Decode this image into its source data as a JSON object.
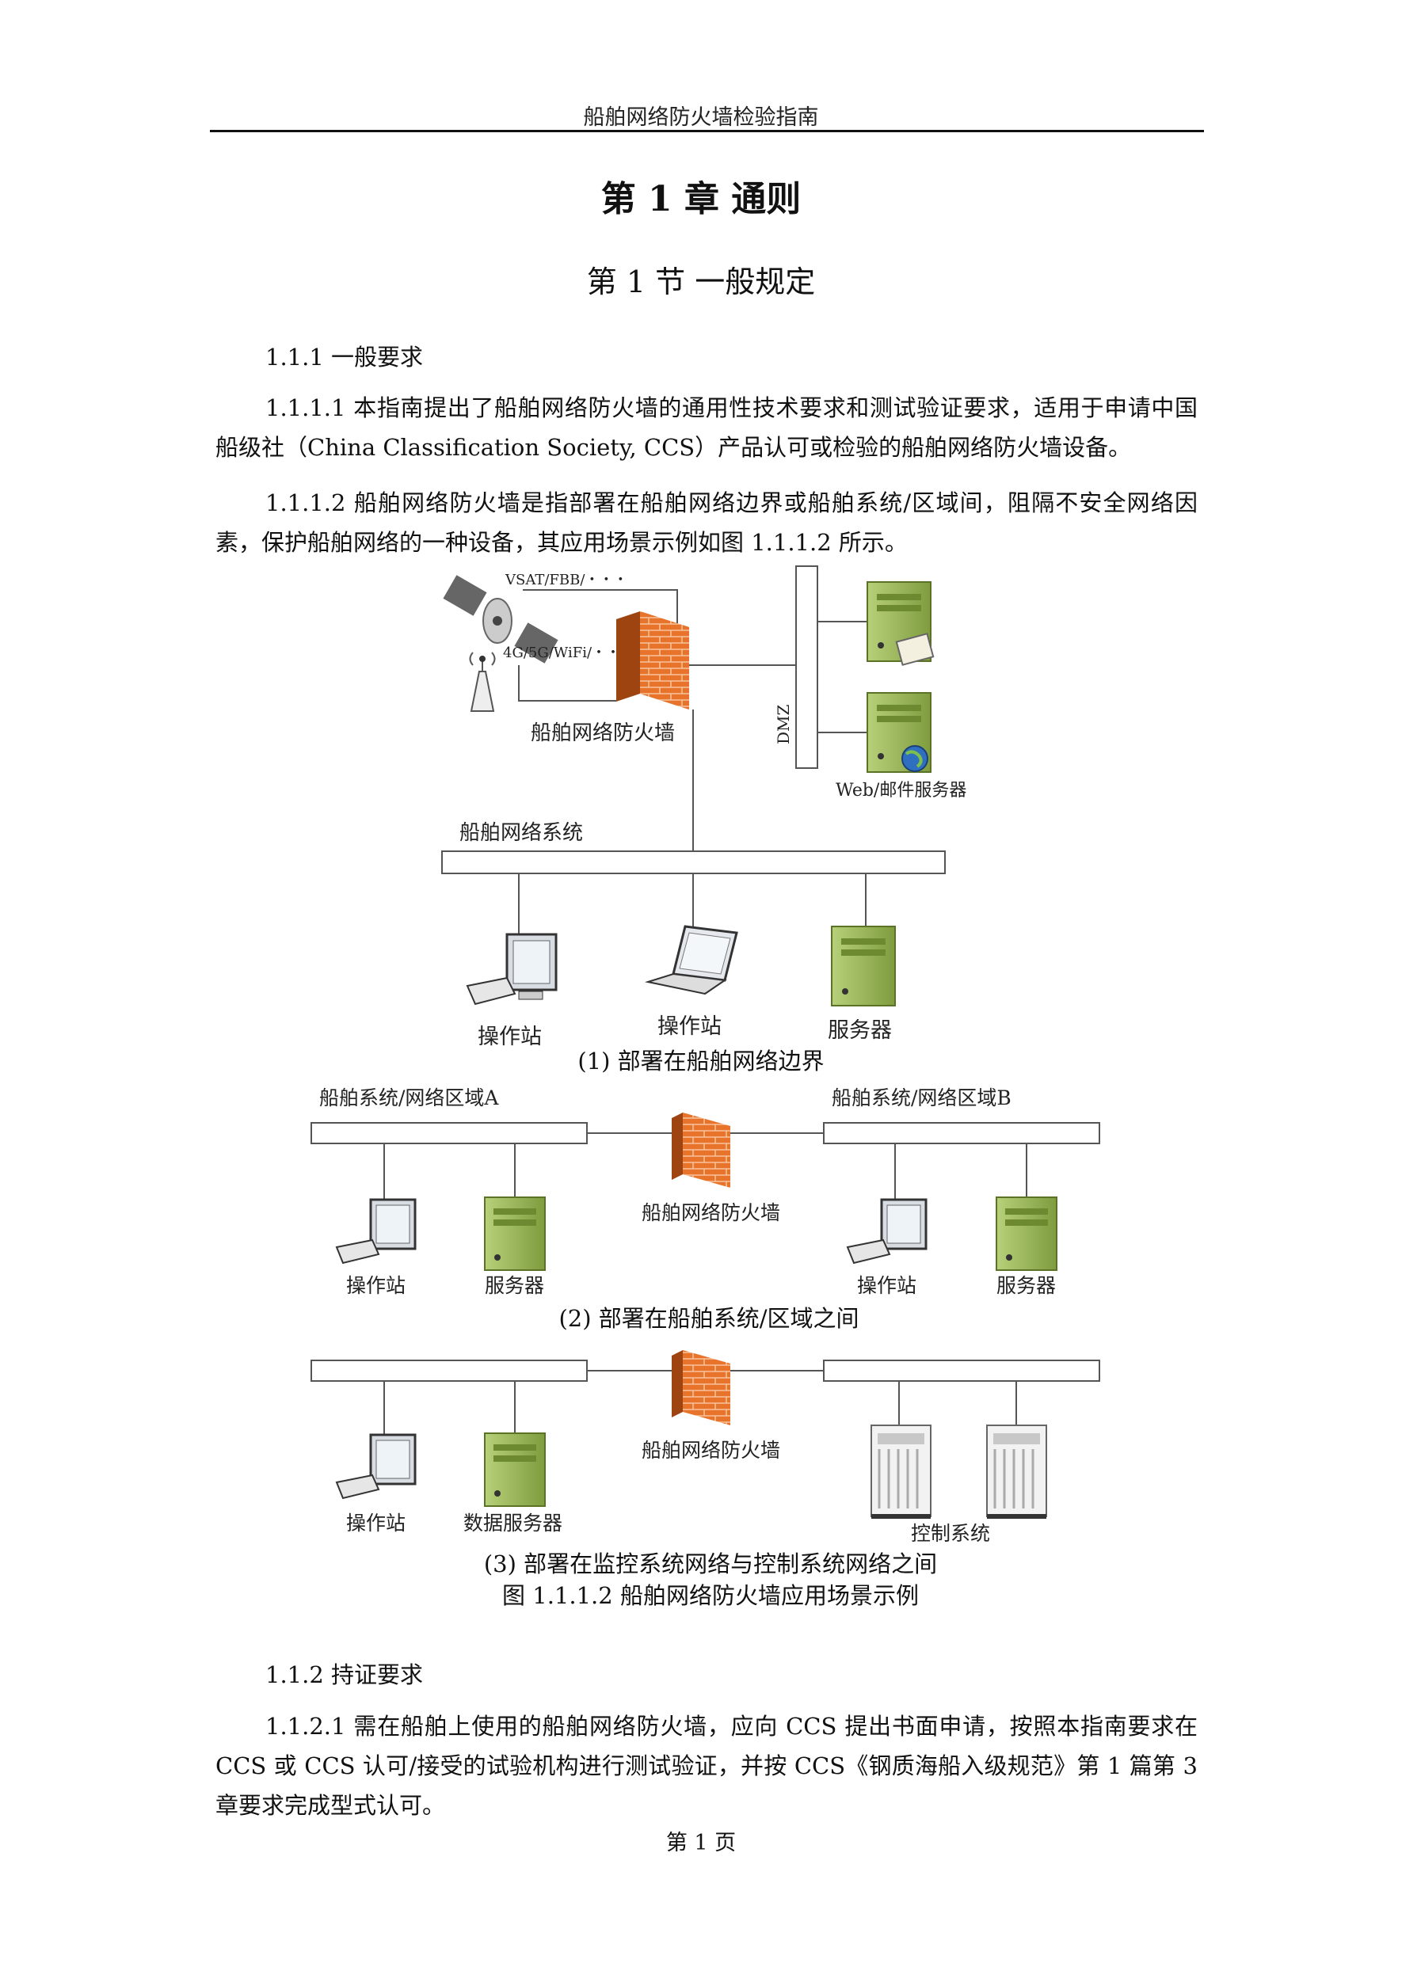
{
  "header": {
    "title": "船舶网络防火墙检验指南"
  },
  "chapter": {
    "title": "第 1 章  通则"
  },
  "section": {
    "title": "第 1 节 一般规定"
  },
  "s111": {
    "heading": "1.1.1 一般要求",
    "p1": "1.1.1.1 本指南提出了船舶网络防火墙的通用性技术要求和测试验证要求，适用于申请中国船级社（China Classification Society, CCS）产品认可或检验的船舶网络防火墙设备。",
    "p2": "1.1.1.2 船舶网络防火墙是指部署在船舶网络边界或船舶系统/区域间，阻隔不安全网络因素，保护船舶网络的一种设备，其应用场景示例如图 1.1.1.2 所示。"
  },
  "figure": {
    "d1": {
      "satellite_label": "VSAT/FBB/・・・",
      "mobile_label": "4G/5G/WiFi/・・・",
      "firewall_label": "船舶网络防火墙",
      "dmz_label": "DMZ",
      "web_server_label": "Web/邮件服务器",
      "network_label": "船舶网络系统",
      "node1_label": "操作站",
      "node2_label": "操作站",
      "node3_label": "服务器",
      "caption": "(1) 部署在船舶网络边界"
    },
    "d2": {
      "zone_a_label": "船舶系统/网络区域A",
      "zone_b_label": "船舶系统/网络区域B",
      "firewall_label": "船舶网络防火墙",
      "a_node1_label": "操作站",
      "a_node2_label": "服务器",
      "b_node1_label": "操作站",
      "b_node2_label": "服务器",
      "caption": "(2) 部署在船舶系统/区域之间"
    },
    "d3": {
      "firewall_label": "船舶网络防火墙",
      "node1_label": "操作站",
      "node2_label": "数据服务器",
      "control_label": "控制系统",
      "caption": "(3) 部署在监控系统网络与控制系统网络之间"
    },
    "caption": "图 1.1.1.2 船舶网络防火墙应用场景示例"
  },
  "s112": {
    "heading": "1.1.2 持证要求",
    "p1": "1.1.2.1 需在船舶上使用的船舶网络防火墙，应向 CCS 提出书面申请，按照本指南要求在 CCS 或 CCS 认可/接受的试验机构进行测试验证，并按 CCS《钢质海船入级规范》第 1 篇第 3 章要求完成型式认可。"
  },
  "footer": {
    "page_label": "第 1 页"
  },
  "colors": {
    "firewall": "#e8732a",
    "server": "#9fbe5a",
    "line": "#555555"
  }
}
